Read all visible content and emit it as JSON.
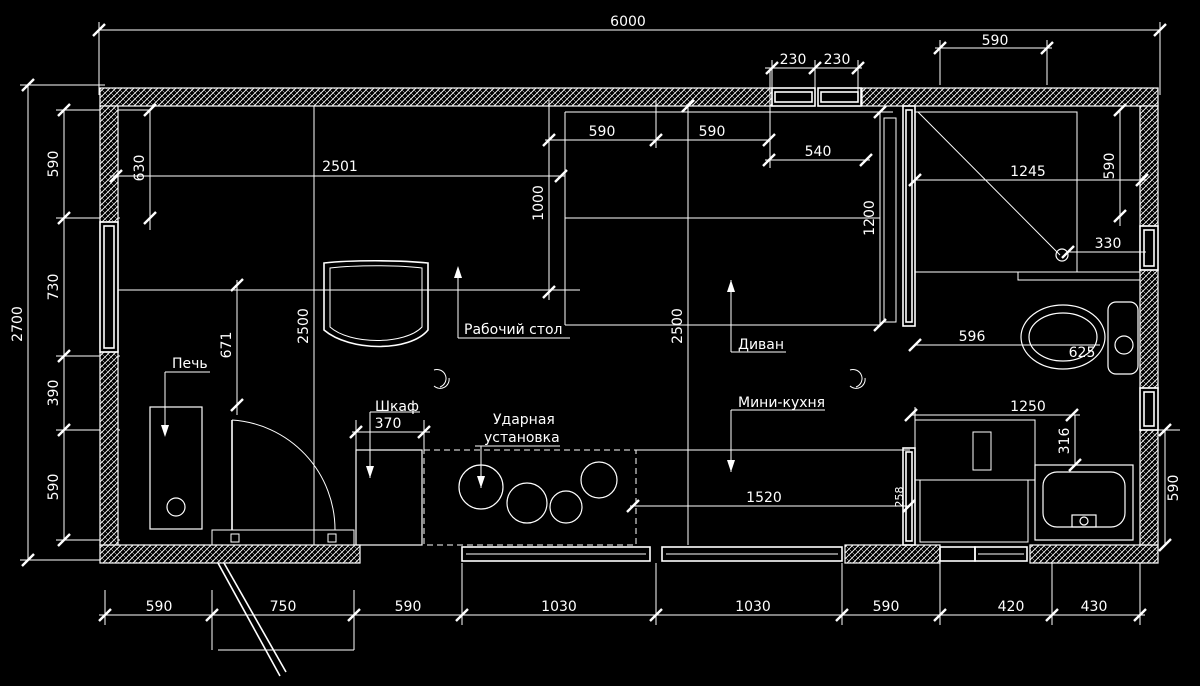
{
  "colors": {
    "background": "#000000",
    "lines": "#ffffff"
  },
  "dimensions": {
    "overall_width": "6000",
    "overall_height": "2700",
    "top_230_a": "230",
    "top_230_b": "230",
    "top_590_right": "590",
    "inner_590_a": "590",
    "inner_590_b": "590",
    "inner_540": "540",
    "left_590_top": "590",
    "left_730": "730",
    "left_390": "390",
    "left_590_bottom": "590",
    "d_630": "630",
    "d_2501": "2501",
    "d_1000": "1000",
    "d_1200": "1200",
    "d_1245": "1245",
    "right_590_top": "590",
    "d_330": "330",
    "d_671": "671",
    "d_2500_left": "2500",
    "d_2500_mid": "2500",
    "d_596": "596",
    "d_625": "625",
    "d_1250": "1250",
    "d_316": "316",
    "d_370": "370",
    "d_1520": "1520",
    "d_258": "258",
    "right_590_bottom": "590",
    "bottom_590_a": "590",
    "bottom_750": "750",
    "bottom_590_b": "590",
    "bottom_1030_a": "1030",
    "bottom_1030_b": "1030",
    "bottom_590_c": "590",
    "bottom_420": "420",
    "bottom_430": "430"
  },
  "labels": {
    "stove": "Печь",
    "wardrobe": "Шкаф",
    "drum_line1": "Ударная",
    "drum_line2": "установка",
    "desk": "Рабочий стол",
    "sofa": "Диван",
    "kitchen": "Мини-кухня"
  }
}
